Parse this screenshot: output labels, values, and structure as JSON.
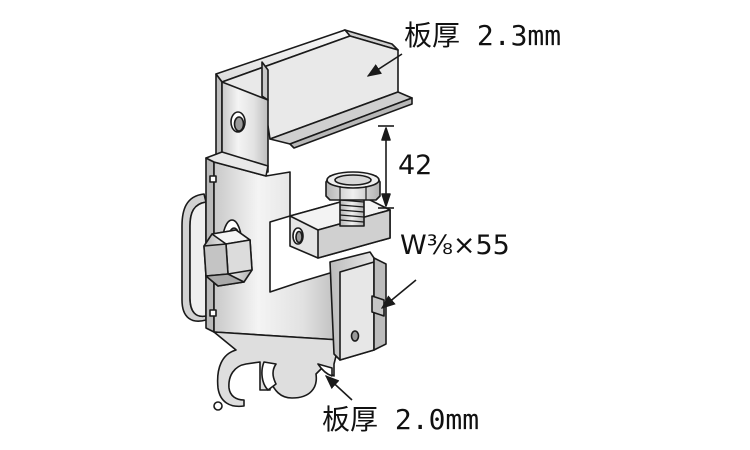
{
  "labels": {
    "top_thickness": "板厚 2.3mm",
    "bottom_thickness": "板厚 2.0mm",
    "dimension": "42",
    "bolt_spec": "W⅜×55"
  },
  "colors": {
    "outline": "#1a1a1a",
    "metal_light": "#f2f2f2",
    "metal_mid": "#d6d6d6",
    "metal_dark": "#a9a9a9",
    "background": "#ffffff"
  }
}
